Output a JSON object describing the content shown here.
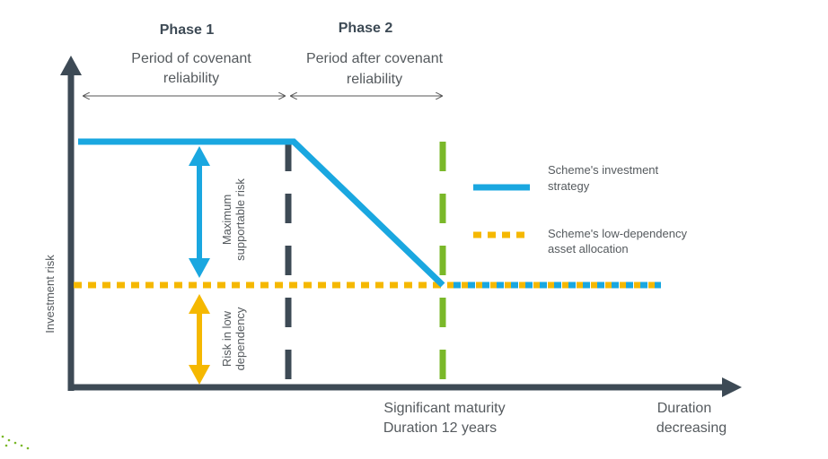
{
  "phases": [
    {
      "title": "Phase 1",
      "subtitle_lines": [
        "Period of covenant",
        "reliability"
      ]
    },
    {
      "title": "Phase 2",
      "subtitle_lines": [
        "Period after covenant",
        "reliability"
      ]
    }
  ],
  "axes": {
    "y_label": "Investment risk",
    "x_label_lines": [
      "Duration",
      "decreasing"
    ]
  },
  "annotations": {
    "max_risk_lines": [
      "Maximum",
      "supportable risk"
    ],
    "low_dep_lines": [
      "Risk in low",
      "dependency"
    ],
    "maturity_lines": [
      "Significant maturity",
      "Duration 12 years"
    ]
  },
  "legend": [
    {
      "label_lines": [
        "Scheme's investment",
        "strategy"
      ],
      "style": "solid",
      "color": "#1aa7e0"
    },
    {
      "label_lines": [
        "Scheme's low-dependency",
        "asset allocation"
      ],
      "style": "dotted",
      "color": "#f5b800"
    }
  ],
  "colors": {
    "blue": "#1aa7e0",
    "yellow": "#f5b800",
    "axis": "#3d4a55",
    "green": "#7ab829"
  }
}
